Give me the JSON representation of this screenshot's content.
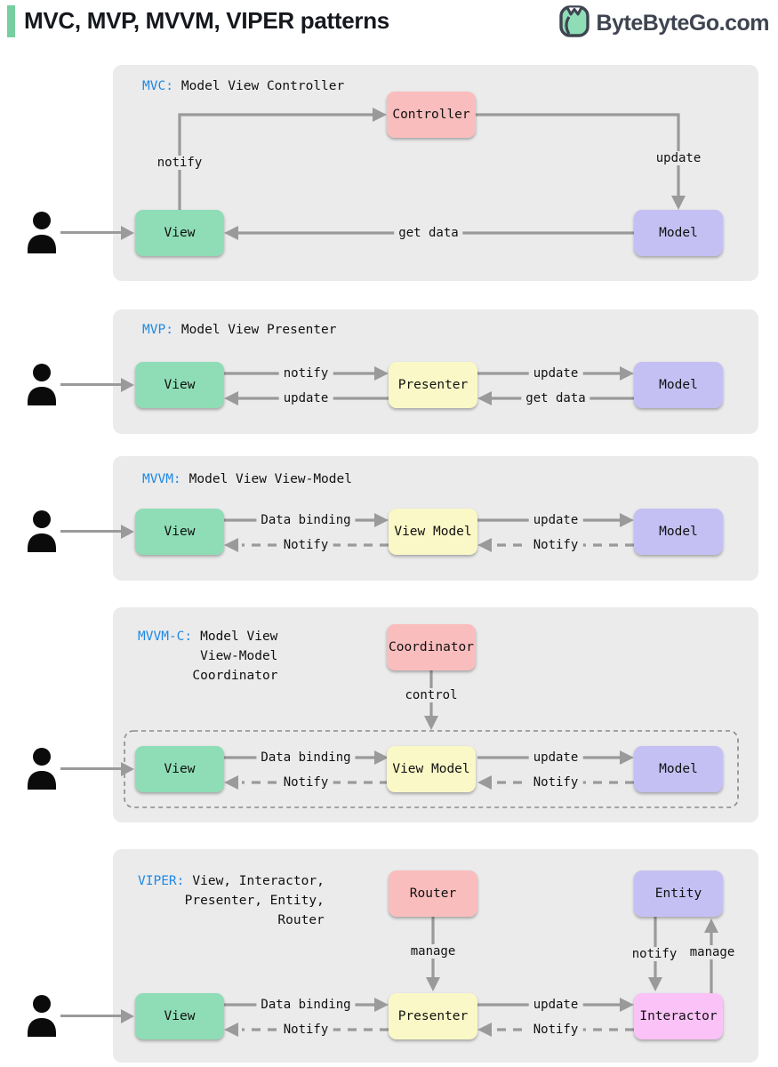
{
  "header": {
    "title": "MVC, MVP, MVVM, VIPER patterns",
    "brand": "ByteByteGo.com"
  },
  "colors": {
    "accent_green": "#77CFA1",
    "box_green": "#8FDDB6",
    "box_pink": "#FABDBD",
    "box_purple": "#C4C0F3",
    "box_yellow": "#FAF8C6",
    "box_magenta": "#FAC2F7",
    "label_blue": "#1E88E5",
    "panel_bg": "#EBEBEB",
    "arrow_gray": "#9A9A9A"
  },
  "panels": {
    "mvc": {
      "prefix": "MVC:",
      "title": "Model View Controller",
      "boxes": {
        "controller": "Controller",
        "view": "View",
        "model": "Model"
      },
      "labels": {
        "notify": "notify",
        "update": "update",
        "get_data": "get data"
      }
    },
    "mvp": {
      "prefix": "MVP:",
      "title": "Model View Presenter",
      "boxes": {
        "view": "View",
        "presenter": "Presenter",
        "model": "Model"
      },
      "labels": {
        "notify": "notify",
        "update_left": "update",
        "update_right": "update",
        "get_data": "get data"
      }
    },
    "mvvm": {
      "prefix": "MVVM:",
      "title": "Model View View-Model",
      "boxes": {
        "view": "View",
        "view_model": "View Model",
        "model": "Model"
      },
      "labels": {
        "data_binding": "Data binding",
        "notify_left": "Notify",
        "update": "update",
        "notify_right": "Notify"
      }
    },
    "mvvmc": {
      "prefix": "MVVM-C:",
      "line1": "Model View",
      "line2": "View-Model",
      "line3": "Coordinator",
      "boxes": {
        "coordinator": "Coordinator",
        "view": "View",
        "view_model": "View Model",
        "model": "Model"
      },
      "labels": {
        "control": "control",
        "data_binding": "Data binding",
        "notify_left": "Notify",
        "update": "update",
        "notify_right": "Notify"
      }
    },
    "viper": {
      "prefix": "VIPER:",
      "line1": "View, Interactor,",
      "line2": "Presenter, Entity,",
      "line3": "Router",
      "boxes": {
        "router": "Router",
        "entity": "Entity",
        "view": "View",
        "presenter": "Presenter",
        "interactor": "Interactor"
      },
      "labels": {
        "manage_router": "manage",
        "notify_entity": "notify",
        "manage_entity": "manage",
        "data_binding": "Data binding",
        "notify_left": "Notify",
        "update": "update",
        "notify_right": "Notify"
      }
    }
  }
}
